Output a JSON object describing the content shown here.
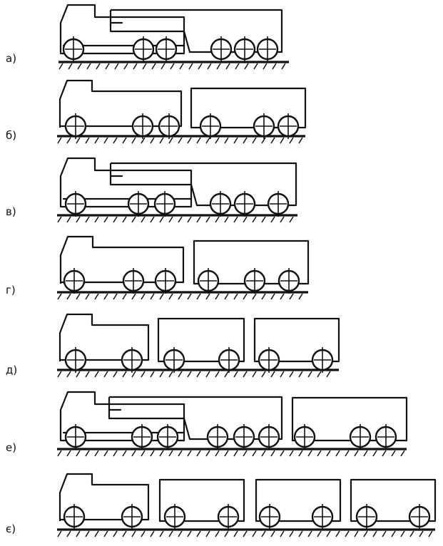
{
  "rows": [
    {
      "label": "а)"
    },
    {
      "label": "б)"
    },
    {
      "label": "в)"
    },
    {
      "label": "г)"
    },
    {
      "label": "д)"
    },
    {
      "label": "е)"
    },
    {
      "label": "є)"
    }
  ]
}
